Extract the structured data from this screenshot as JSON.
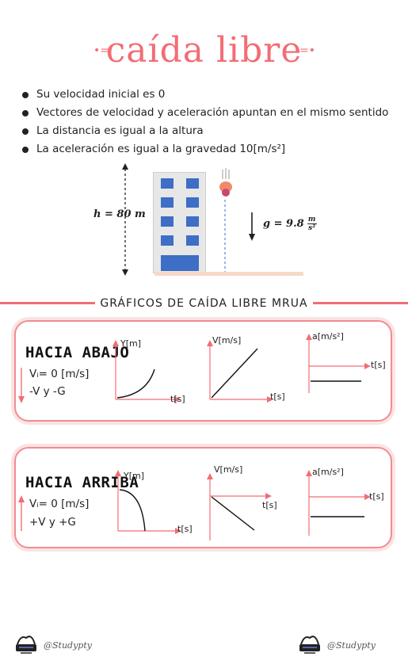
{
  "title": "caída libre",
  "bullets": [
    "Su velocidad inicial es 0",
    "Vectores de velocidad y aceleración apuntan en el mismo sentido",
    "La distancia es igual a la altura",
    "La aceleración es igual a la gravedad  10[m/s²]"
  ],
  "diagram": {
    "height_label": "h = 80 m",
    "gravity_label": "g = 9.8",
    "gravity_unit_num": "m",
    "gravity_unit_den": "s²"
  },
  "section_title": "GRÁFICOS DE CAÍDA LIBRE MRUA",
  "cards": {
    "down": {
      "title": "HACIA ABAJO",
      "line1": "Vᵢ= 0 [m/s]",
      "line2": "-V y -G",
      "graph1_y": "Y[m]",
      "graph1_x": "t[s]",
      "graph2_y": "V[m/s]",
      "graph2_x": "t[s]",
      "graph3_y": "a[m/s²]",
      "graph3_x": "t[s]"
    },
    "up": {
      "title": "HACIA ARRIBA",
      "line1": "Vᵢ= 0 [m/s]",
      "line2": "+V y +G",
      "graph1_y": "Y[m]",
      "graph1_x": "t[s]",
      "graph2_y": "V[m/s]",
      "graph2_x": "t[s]",
      "graph3_y": "a[m/s²]",
      "graph3_x": "t[s]"
    }
  },
  "footer": {
    "left_handle": "@Studypty",
    "right_handle": "@Studypty"
  },
  "colors": {
    "accent": "#f26d74",
    "building_window": "#3e6ec5",
    "card_border": "#f08d92"
  }
}
